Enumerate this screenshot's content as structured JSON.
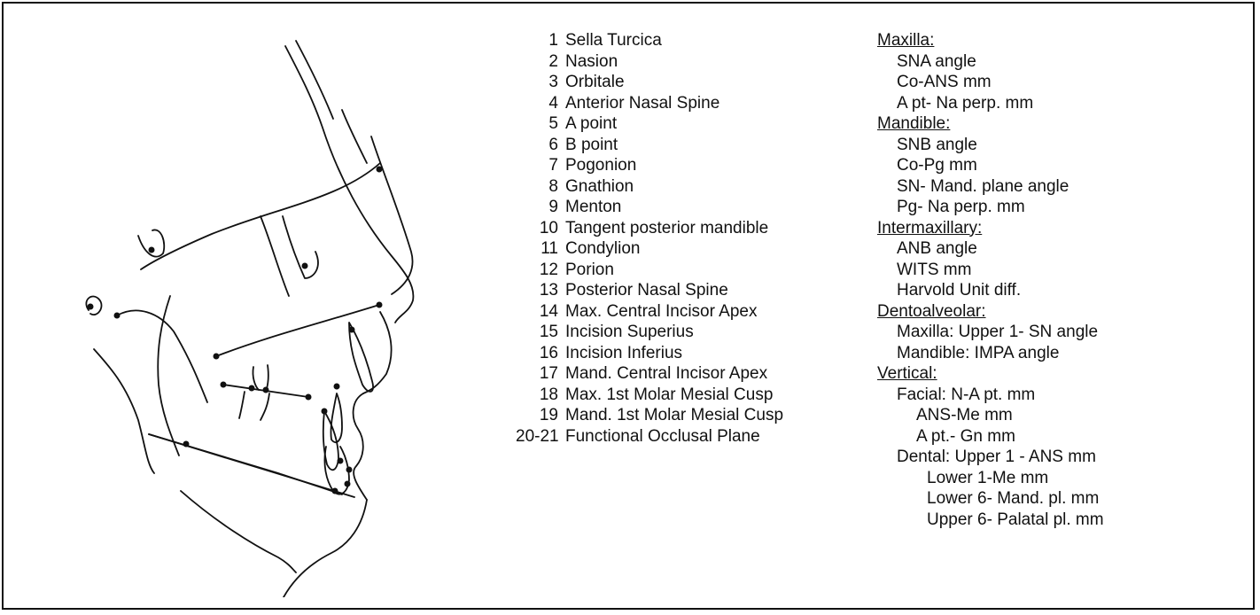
{
  "landmarks": [
    {
      "num": "1",
      "label": "Sella Turcica"
    },
    {
      "num": "2",
      "label": "Nasion"
    },
    {
      "num": "3",
      "label": "Orbitale"
    },
    {
      "num": "4",
      "label": "Anterior Nasal Spine"
    },
    {
      "num": "5",
      "label": "A point"
    },
    {
      "num": "6",
      "label": "B point"
    },
    {
      "num": "7",
      "label": "Pogonion"
    },
    {
      "num": "8",
      "label": "Gnathion"
    },
    {
      "num": "9",
      "label": "Menton"
    },
    {
      "num": "10",
      "label": "Tangent posterior mandible"
    },
    {
      "num": "11",
      "label": "Condylion"
    },
    {
      "num": "12",
      "label": "Porion"
    },
    {
      "num": "13",
      "label": "Posterior Nasal Spine"
    },
    {
      "num": "14",
      "label": "Max. Central Incisor Apex"
    },
    {
      "num": "15",
      "label": "Incision Superius"
    },
    {
      "num": "16",
      "label": "Incision Inferius"
    },
    {
      "num": "17",
      "label": "Mand. Central Incisor Apex"
    },
    {
      "num": "18",
      "label": "Max. 1st  Molar Mesial Cusp"
    },
    {
      "num": "19",
      "label": "Mand. 1st Molar Mesial Cusp"
    },
    {
      "num": "20-21",
      "label": "Functional Occlusal Plane"
    }
  ],
  "measurements": {
    "maxilla": {
      "heading": "Maxilla:",
      "items": [
        "SNA angle",
        "Co-ANS mm",
        "A pt- Na perp. mm"
      ]
    },
    "mandible": {
      "heading": "Mandible:",
      "items": [
        "SNB angle",
        "Co-Pg mm",
        "SN- Mand. plane angle",
        "Pg- Na perp. mm"
      ]
    },
    "intermaxillary": {
      "heading": "Intermaxillary:",
      "items": [
        "ANB angle",
        "WITS mm",
        "Harvold Unit diff."
      ]
    },
    "dentoalveolar": {
      "heading": "Dentoalveolar:",
      "items": [
        "Maxilla:  Upper 1- SN angle",
        "Mandible:  IMPA angle"
      ]
    },
    "vertical": {
      "heading": "Vertical:",
      "facial": "Facial:  N-A pt. mm",
      "facial_items": [
        "ANS-Me mm",
        "A pt.- Gn mm"
      ],
      "dental": "Dental:  Upper 1 - ANS mm",
      "dental_items": [
        "Lower 1-Me mm",
        "Lower 6- Mand. pl. mm",
        "Upper 6- Palatal pl. mm"
      ]
    }
  },
  "colors": {
    "ink": "#111111",
    "background": "#ffffff"
  }
}
